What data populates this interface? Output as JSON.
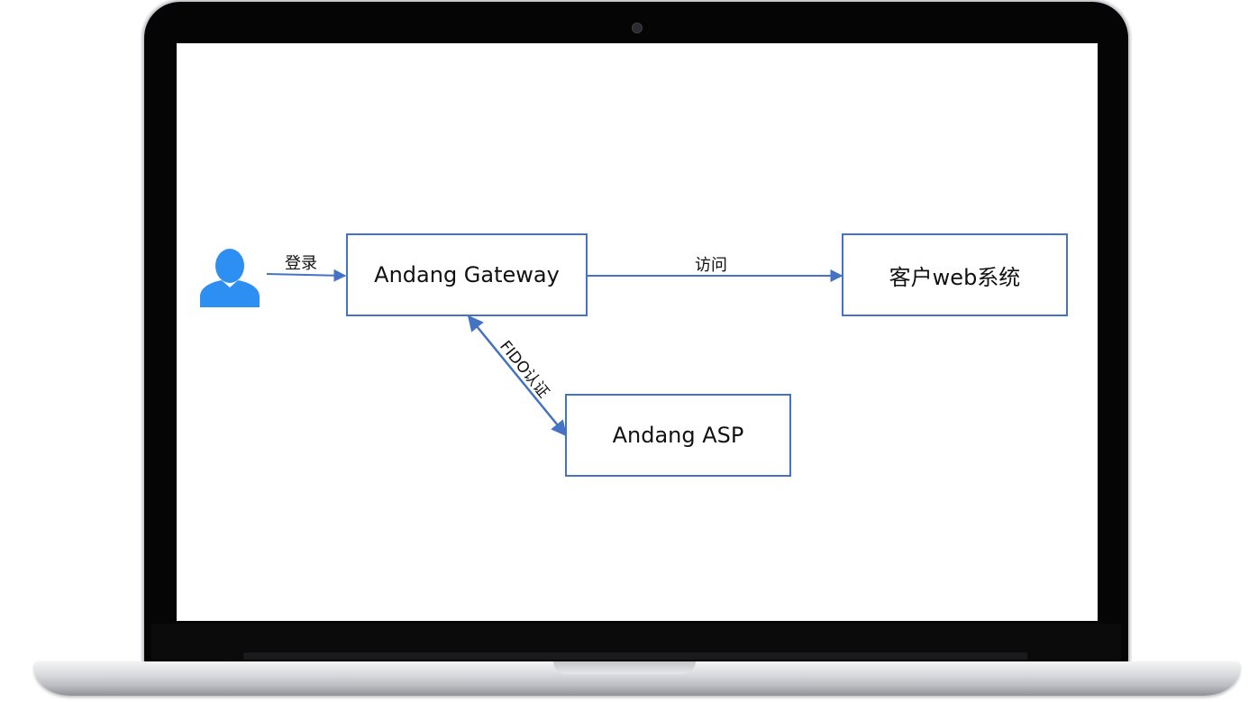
{
  "colors": {
    "accent": "#4472c4",
    "user_icon": "#2e8ff2"
  },
  "diagram": {
    "nodes": {
      "user": {
        "icon": "person-icon"
      },
      "gateway": {
        "label": "Andang Gateway"
      },
      "web_system": {
        "label": "客户web系统"
      },
      "asp": {
        "label": "Andang ASP"
      }
    },
    "edges": {
      "login": {
        "from": "user",
        "to": "gateway",
        "label": "登录"
      },
      "access": {
        "from": "gateway",
        "to": "web_system",
        "label": "访问"
      },
      "fido": {
        "from": "gateway",
        "to": "asp",
        "label": "FIDO认证",
        "bidirectional": true
      }
    }
  }
}
